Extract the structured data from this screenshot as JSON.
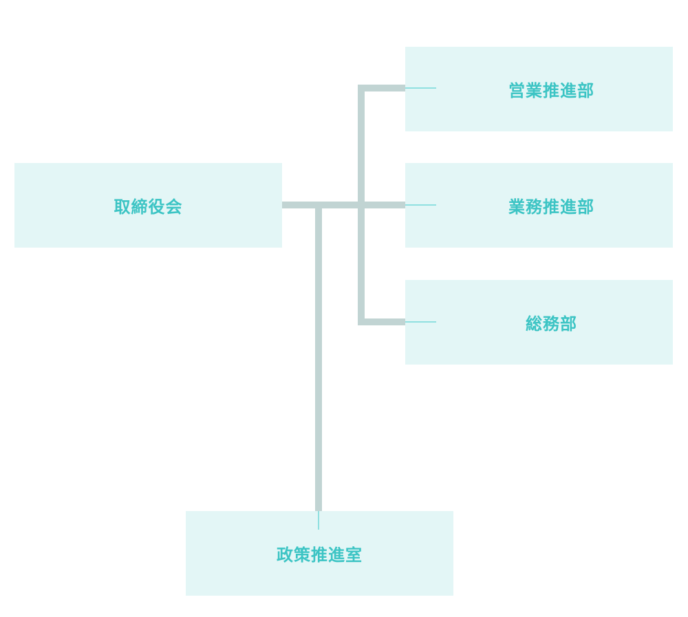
{
  "colors": {
    "box_fill": "#e3f6f6",
    "text": "#3cc4c4",
    "connector": "#c1d4d3",
    "stub": "#8fe0e0"
  },
  "nodes": {
    "board": {
      "label": "取締役会"
    },
    "sales": {
      "label": "営業推進部"
    },
    "operations": {
      "label": "業務推進部"
    },
    "general_affairs": {
      "label": "総務部"
    },
    "policy": {
      "label": "政策推進室"
    }
  }
}
